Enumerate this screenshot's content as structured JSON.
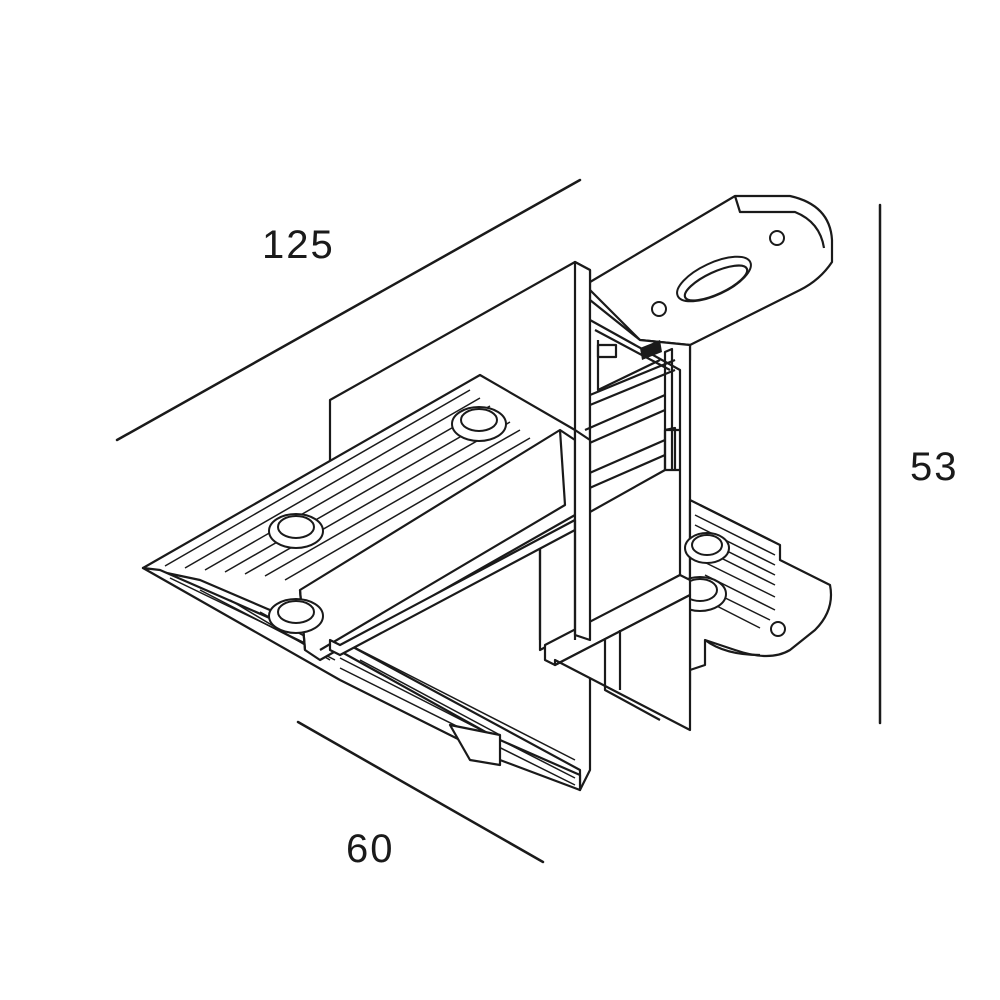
{
  "dimensions": {
    "length": "125",
    "height": "53",
    "width": "60"
  }
}
